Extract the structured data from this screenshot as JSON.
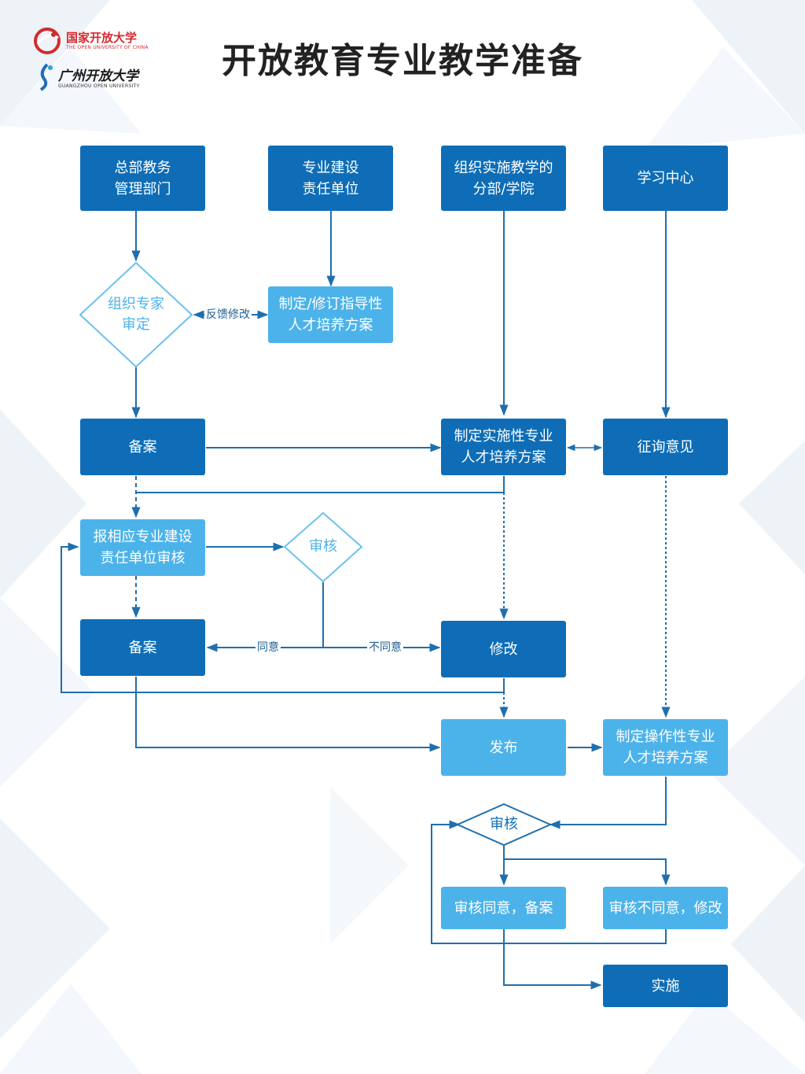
{
  "header": {
    "logo_ouc_cn": "国家开放大学",
    "logo_ouc_en": "THE OPEN UNIVERSITY OF CHINA",
    "logo_gzou_cn": "广州开放大学",
    "logo_gzou_en": "GUANGZHOU OPEN UNIVERSITY",
    "title": "开放教育专业教学准备"
  },
  "colors": {
    "dark_box": "#0e6db6",
    "light_box": "#4cb3ea",
    "line": "#1f6fae"
  },
  "nodes": {
    "hq": "总部教务\n管理部门",
    "major_unit": "专业建设\n责任单位",
    "branch": "组织实施教学的\n分部/学院",
    "learning_center": "学习中心",
    "expert_review": "组织专家\n审定",
    "guide_plan": "制定/修订指导性\n人才培养方案",
    "record1": "备案",
    "impl_plan": "制定实施性专业\n人才培养方案",
    "consult": "征询意见",
    "report": "报相应专业建设\n责任单位审核",
    "review1": "审核",
    "record2": "备案",
    "modify": "修改",
    "publish": "发布",
    "op_plan": "制定操作性专业\n人才培养方案",
    "review2": "审核",
    "approve_record": "审核同意，备案",
    "reject_modify": "审核不同意，修改",
    "implement": "实施"
  },
  "edge_labels": {
    "feedback": "反馈修改",
    "agree": "同意",
    "disagree": "不同意"
  }
}
